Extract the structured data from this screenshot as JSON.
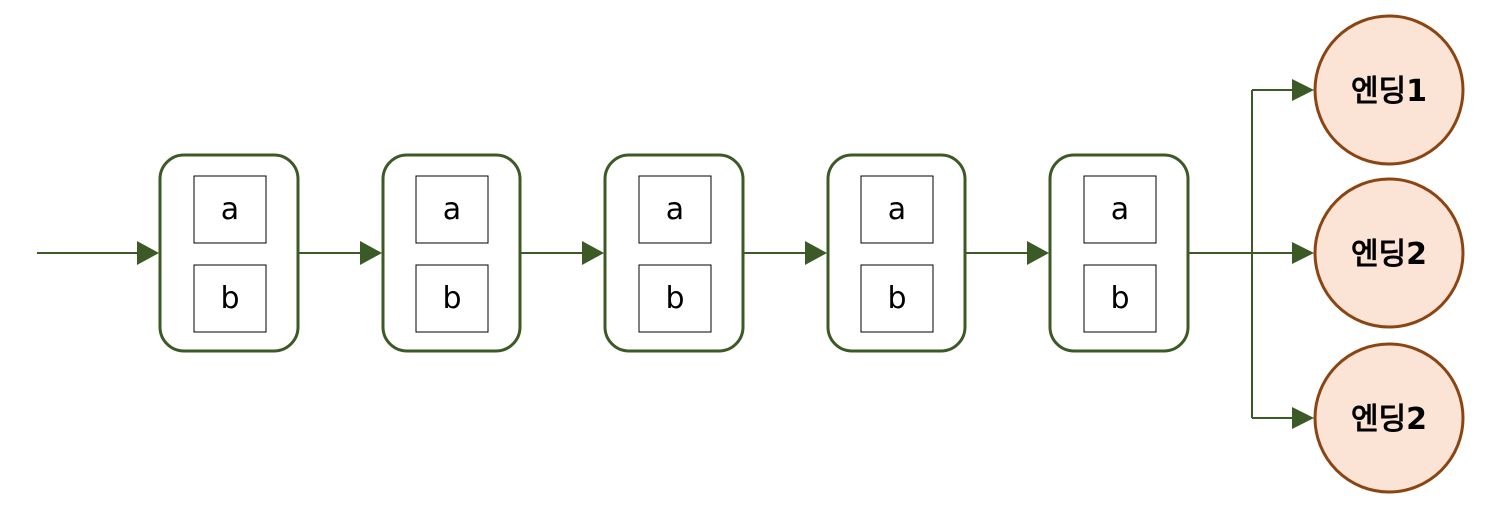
{
  "diagram": {
    "colors": {
      "connector": "#3c5a25",
      "box_border": "#3c5a25",
      "box_fill": "#ffffff",
      "slot_border": "#000000",
      "ending_border": "#8b4513",
      "ending_fill": "#fbe3d6"
    },
    "chain": [
      {
        "slot_a": "a",
        "slot_b": "b"
      },
      {
        "slot_a": "a",
        "slot_b": "b"
      },
      {
        "slot_a": "a",
        "slot_b": "b"
      },
      {
        "slot_a": "a",
        "slot_b": "b"
      },
      {
        "slot_a": "a",
        "slot_b": "b"
      }
    ],
    "endings": [
      {
        "label": "엔딩1"
      },
      {
        "label": "엔딩2"
      },
      {
        "label": "엔딩2"
      }
    ]
  }
}
